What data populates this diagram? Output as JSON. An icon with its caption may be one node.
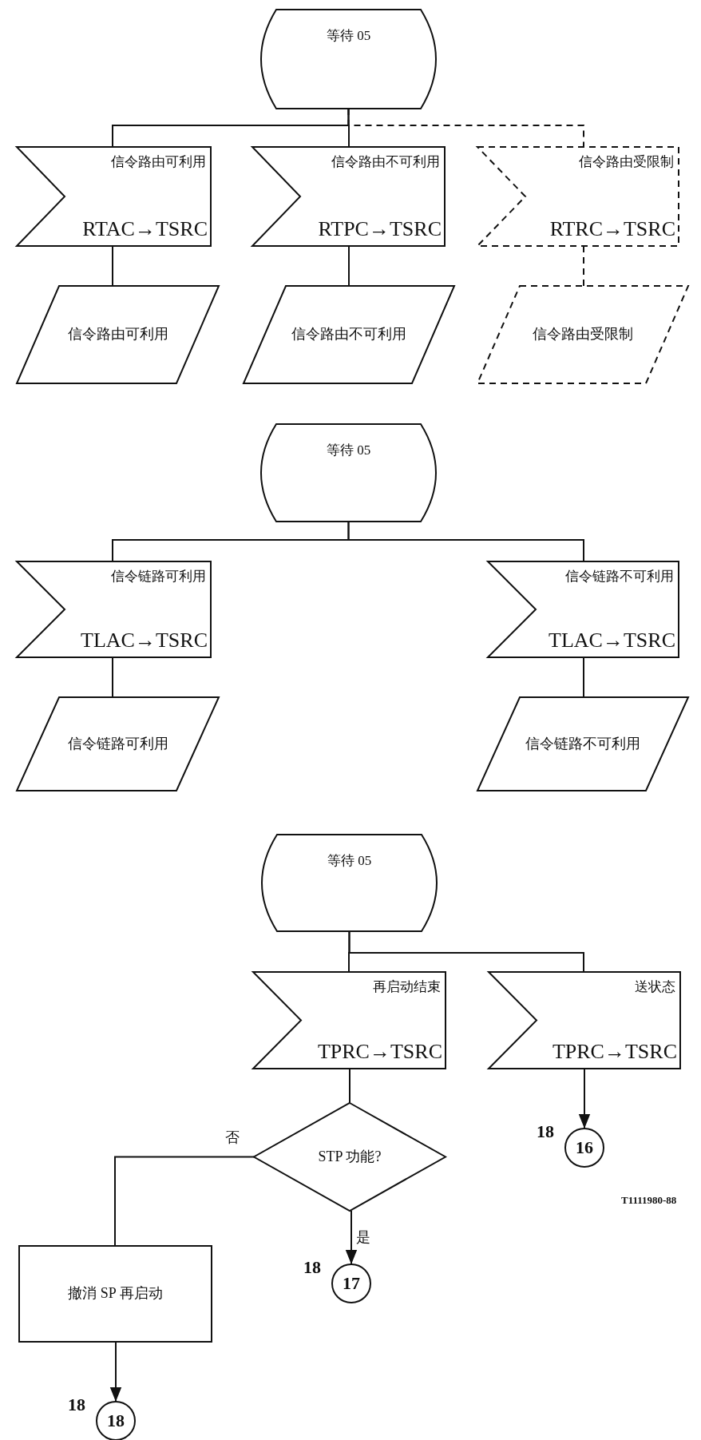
{
  "diagram": {
    "nodes": [
      {
        "text": [
          "等待 05"
        ]
      },
      {
        "text": [
          "信令路由可利用",
          "RTAC→TSRC"
        ]
      },
      {
        "text": [
          "信令路由不可利用",
          "RTPC→TSRC"
        ]
      },
      {
        "text": [
          "信令路由受限制",
          "RTRC→TSRC"
        ]
      },
      {
        "text": [
          "信令路由可利用"
        ]
      },
      {
        "text": [
          "信令路由不可利用"
        ]
      },
      {
        "text": [
          "信令路由受限制"
        ]
      },
      {
        "text": [
          "等待 05"
        ]
      },
      {
        "text": [
          "信令链路可利用",
          "TLAC→TSRC"
        ]
      },
      {
        "text": [
          "信令链路不可利用",
          "TLAC→TSRC"
        ]
      },
      {
        "text": [
          "信令链路可利用"
        ]
      },
      {
        "text": [
          "信令链路不可利用"
        ]
      },
      {
        "text": [
          "等待 05"
        ]
      },
      {
        "text": [
          "再启动结束",
          "TPRC→TSRC"
        ]
      },
      {
        "text": [
          "送状态",
          "TPRC→TSRC"
        ]
      },
      {
        "text": [
          "STP 功能?"
        ]
      },
      {
        "text": [
          "16"
        ],
        "beside": [
          "18"
        ]
      },
      {
        "text": [
          "撤消 SP 再启动"
        ]
      },
      {
        "text": [
          "17"
        ],
        "beside": [
          "18"
        ]
      },
      {
        "text": [
          "18"
        ],
        "beside": [
          "18"
        ]
      }
    ],
    "edges": [
      {
        "from": 0,
        "to": 1,
        "arrow": "none"
      },
      {
        "from": 0,
        "to": 2,
        "arrow": "none"
      },
      {
        "from": 0,
        "to": 3,
        "arrow": "none",
        "style": "dashed"
      },
      {
        "from": 1,
        "to": 4,
        "arrow": "none"
      },
      {
        "from": 2,
        "to": 5,
        "arrow": "none"
      },
      {
        "from": 3,
        "to": 6,
        "arrow": "none",
        "style": "dashed"
      },
      {
        "from": 7,
        "to": 8,
        "arrow": "none"
      },
      {
        "from": 7,
        "to": 9,
        "arrow": "none"
      },
      {
        "from": 8,
        "to": 10,
        "arrow": "none"
      },
      {
        "from": 9,
        "to": 11,
        "arrow": "none"
      },
      {
        "from": 12,
        "to": 13,
        "arrow": "none"
      },
      {
        "from": 12,
        "to": 14,
        "arrow": "none"
      },
      {
        "from": 13,
        "to": 15,
        "arrow": "none"
      },
      {
        "from": 14,
        "to": 16,
        "arrow": "to"
      },
      {
        "from": 15,
        "to": 17,
        "arrow": "none",
        "label": "否"
      },
      {
        "from": 15,
        "to": 18,
        "arrow": "to",
        "label": "是"
      },
      {
        "from": 17,
        "to": 19,
        "arrow": "to"
      }
    ],
    "labels": [
      "T1111980-88"
    ]
  }
}
